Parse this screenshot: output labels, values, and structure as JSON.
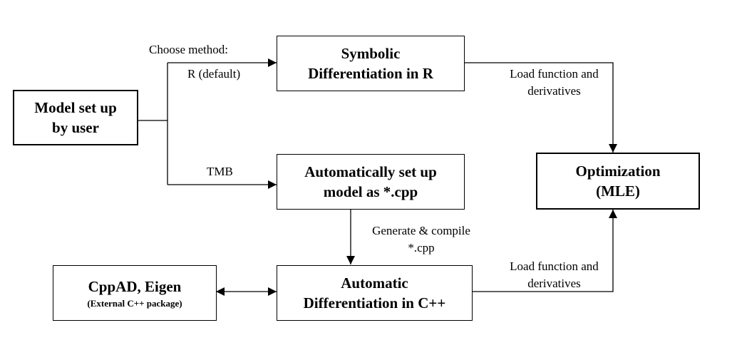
{
  "boxes": {
    "model": {
      "line1": "Model set up",
      "line2": "by user"
    },
    "symbolic": {
      "line1": "Symbolic",
      "line2": "Differentiation in R"
    },
    "auto_setup": {
      "line1": "Automatically set up",
      "line2": "model as *.cpp"
    },
    "optimization": {
      "line1": "Optimization",
      "line2": "(MLE)"
    },
    "cppad": {
      "title": "CppAD, Eigen",
      "subtitle": "(External C++ package)"
    },
    "autodiff": {
      "line1": "Automatic",
      "line2": "Differentiation in C++"
    }
  },
  "labels": {
    "choose_method": "Choose method:",
    "r_default": "R (default)",
    "tmb": "TMB",
    "load_top_1": "Load function and",
    "load_top_2": "derivatives",
    "generate_1": "Generate & compile",
    "generate_2": "*.cpp",
    "load_bottom_1": "Load function and",
    "load_bottom_2": "derivatives"
  }
}
